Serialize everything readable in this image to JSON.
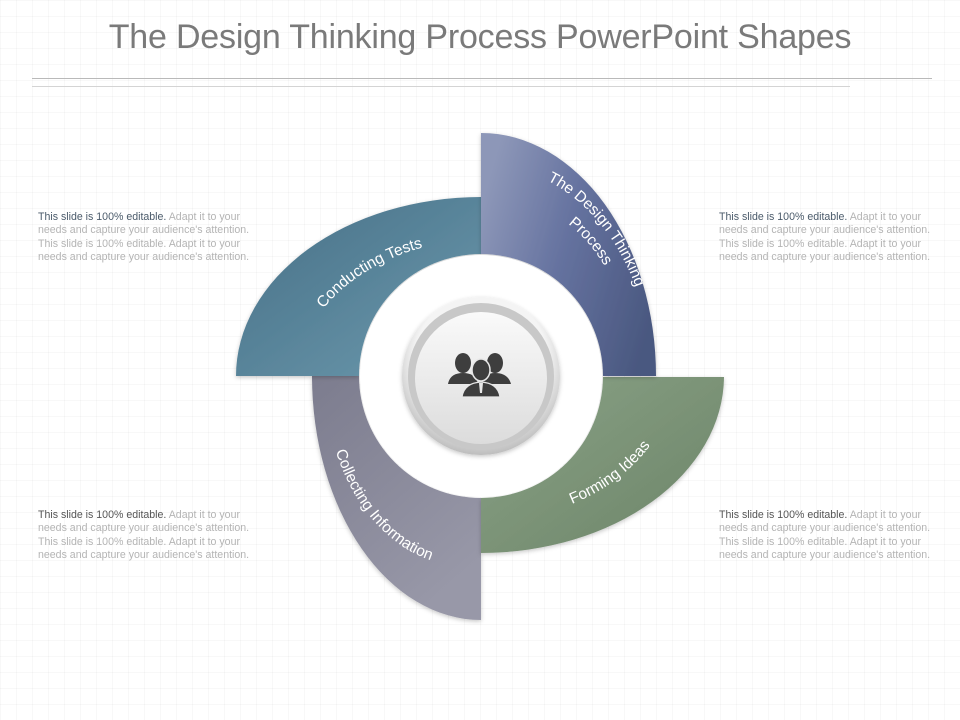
{
  "slide": {
    "title": "The Design Thinking Process PowerPoint Shapes"
  },
  "segments": [
    {
      "id": "top-right",
      "label_line1": "The Design Thinking",
      "label_line2": "Process",
      "color": "#5a6a8e"
    },
    {
      "id": "bottom-right",
      "label": "Forming Ideas",
      "color": "#7c9478"
    },
    {
      "id": "bottom-left",
      "label": "Collecting Information",
      "color": "#858597"
    },
    {
      "id": "top-left",
      "label": "Conducting Tests",
      "color": "#4f7d95"
    }
  ],
  "center": {
    "icon": "team-people-icon"
  },
  "blurbs": {
    "top_left": {
      "lead": "This slide is 100% editable.",
      "body": " Adapt it to your needs and capture your audience's attention. This slide is 100% editable. Adapt it to your needs and capture your audience's attention."
    },
    "top_right": {
      "lead": "This slide is 100% editable.",
      "body": " Adapt it to your needs and capture your audience's attention. This slide is 100% editable. Adapt it to your needs and capture your audience's attention."
    },
    "bottom_left": {
      "lead": "This slide is 100% editable.",
      "body": " Adapt it to your needs and capture your audience's attention. This slide is 100% editable. Adapt it to your needs and capture your audience's attention."
    },
    "bottom_right": {
      "lead": "This slide is 100% editable.",
      "body": " Adapt it to your needs and capture your audience's attention. This slide is 100% editable. Adapt it to your needs and capture your audience's attention."
    }
  },
  "colors": {
    "title": "#7a7a7a",
    "blue": "#5a6a8e",
    "green": "#7c9478",
    "gray": "#858597",
    "teal": "#4f7d95"
  }
}
